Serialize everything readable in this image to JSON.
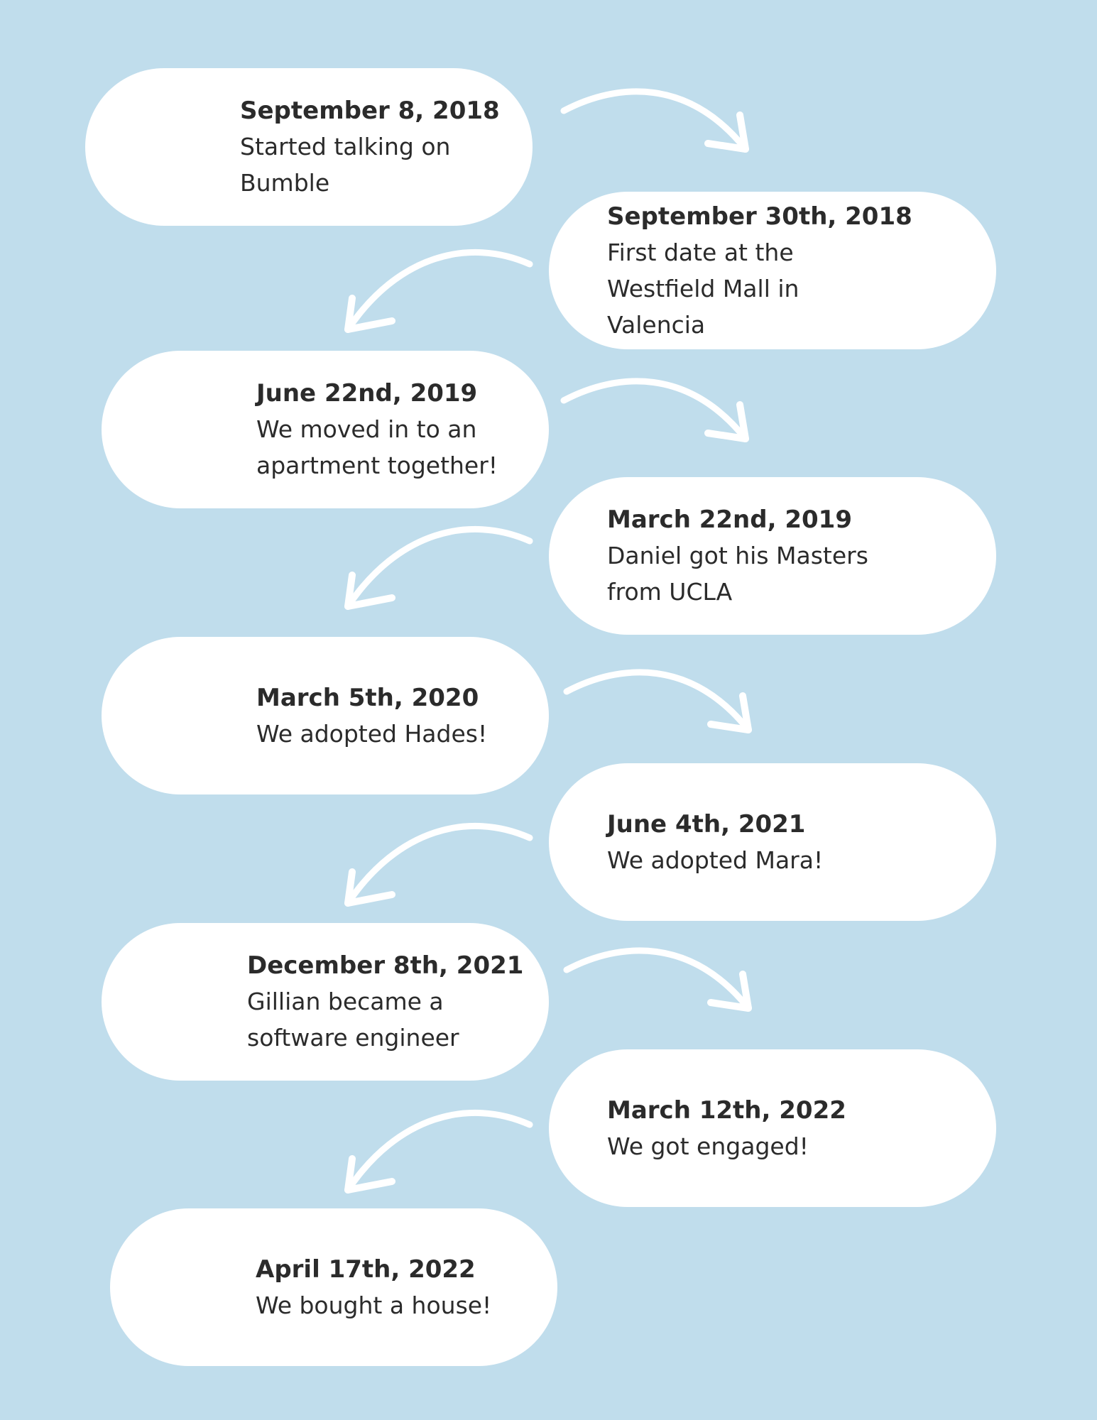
{
  "colors": {
    "background": "#c0ddec",
    "card": "#ffffff",
    "text": "#2b2b2b",
    "arrow": "#ffffff"
  },
  "events": [
    {
      "date": "September 8, 2018",
      "description": "Started talking on\nBumble"
    },
    {
      "date": "September 30th, 2018",
      "description": "First date at the\nWestfield Mall in\nValencia"
    },
    {
      "date": "June 22nd, 2019",
      "description": "We moved in to an\napartment together!"
    },
    {
      "date": "March 22nd, 2019",
      "description": "Daniel got his Masters\nfrom UCLA"
    },
    {
      "date": "March 5th, 2020",
      "description": "We adopted Hades!"
    },
    {
      "date": "June 4th, 2021",
      "description": "We adopted Mara!"
    },
    {
      "date": "December 8th, 2021",
      "description": "Gillian became a\nsoftware engineer"
    },
    {
      "date": "March 12th, 2022",
      "description": "We got engaged!"
    },
    {
      "date": "April 17th, 2022",
      "description": "We bought a house!"
    }
  ],
  "connectors": [
    {
      "icon": "curved-arrow-right-icon"
    },
    {
      "icon": "curved-arrow-left-icon"
    },
    {
      "icon": "curved-arrow-right-icon"
    },
    {
      "icon": "curved-arrow-left-icon"
    },
    {
      "icon": "curved-arrow-right-icon"
    },
    {
      "icon": "curved-arrow-left-icon"
    },
    {
      "icon": "curved-arrow-right-icon"
    },
    {
      "icon": "curved-arrow-left-icon"
    }
  ]
}
